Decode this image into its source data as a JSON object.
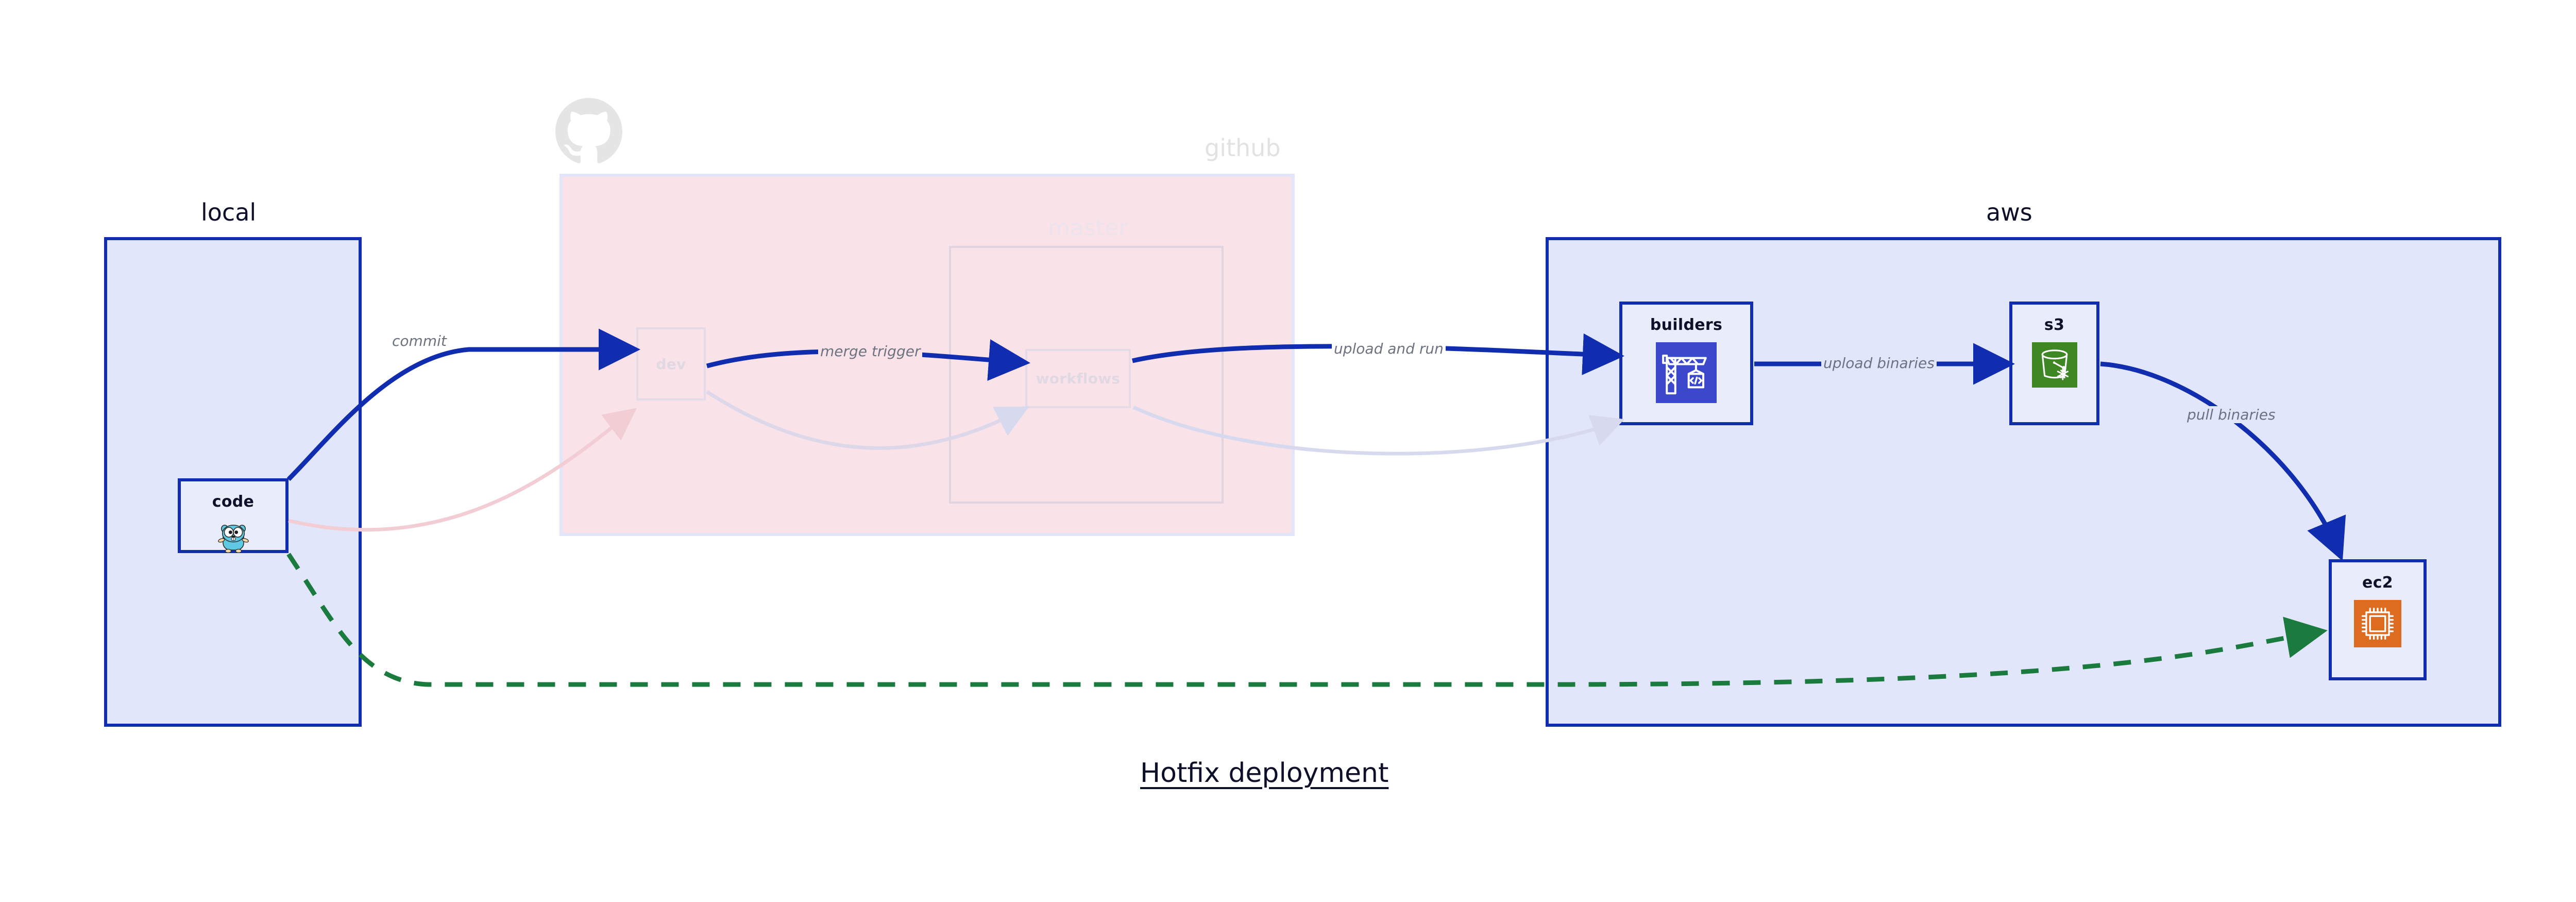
{
  "diagram": {
    "title": "Hotfix deployment",
    "background": "#ffffff"
  },
  "colors": {
    "primary_blue": "#0f2dae",
    "group_fill_blue": "#e2e6fa",
    "group_fill_pink": "#f9e2e8",
    "node_fill": "#e9edfb",
    "text_dark": "#0d1028",
    "label_gray": "#6b7280",
    "dashed_green": "#1b7a3e",
    "faded_gray": "#e2e2e2",
    "aws_builders_icon": "#3b48cc",
    "aws_s3_icon": "#3f8624",
    "aws_ec2_icon": "#dd6b20",
    "gopher_cyan": "#5dc9e2"
  },
  "groups": {
    "local": {
      "label": "local"
    },
    "github": {
      "label": "github"
    },
    "master": {
      "label": "master"
    },
    "aws": {
      "label": "aws"
    }
  },
  "nodes": {
    "code": {
      "label": "code",
      "icon": "go-gopher-icon"
    },
    "dev": {
      "label": "dev",
      "icon": "none"
    },
    "workflows": {
      "label": "workflows",
      "icon": "none"
    },
    "builders": {
      "label": "builders",
      "icon": "aws-codebuild-crane-icon"
    },
    "s3": {
      "label": "s3",
      "icon": "aws-s3-glacier-bucket-icon"
    },
    "ec2": {
      "label": "ec2",
      "icon": "aws-ec2-chip-icon"
    }
  },
  "edges": [
    {
      "id": "commit",
      "label": "commit",
      "from": "code",
      "to": "dev",
      "style": "solid-blue"
    },
    {
      "id": "merge-trigger",
      "label": "merge trigger",
      "from": "dev",
      "to": "workflows",
      "style": "solid-blue"
    },
    {
      "id": "upload-and-run",
      "label": "upload and run",
      "from": "workflows",
      "to": "builders",
      "style": "solid-blue"
    },
    {
      "id": "upload-binaries",
      "label": "upload binaries",
      "from": "builders",
      "to": "s3",
      "style": "solid-blue"
    },
    {
      "id": "pull-binaries",
      "label": "pull binaries",
      "from": "s3",
      "to": "ec2",
      "style": "solid-blue"
    },
    {
      "id": "hotfix-direct",
      "label": "",
      "from": "code",
      "to": "ec2",
      "style": "dashed-green"
    }
  ],
  "octocat": {
    "name": "github-octocat-logo"
  }
}
